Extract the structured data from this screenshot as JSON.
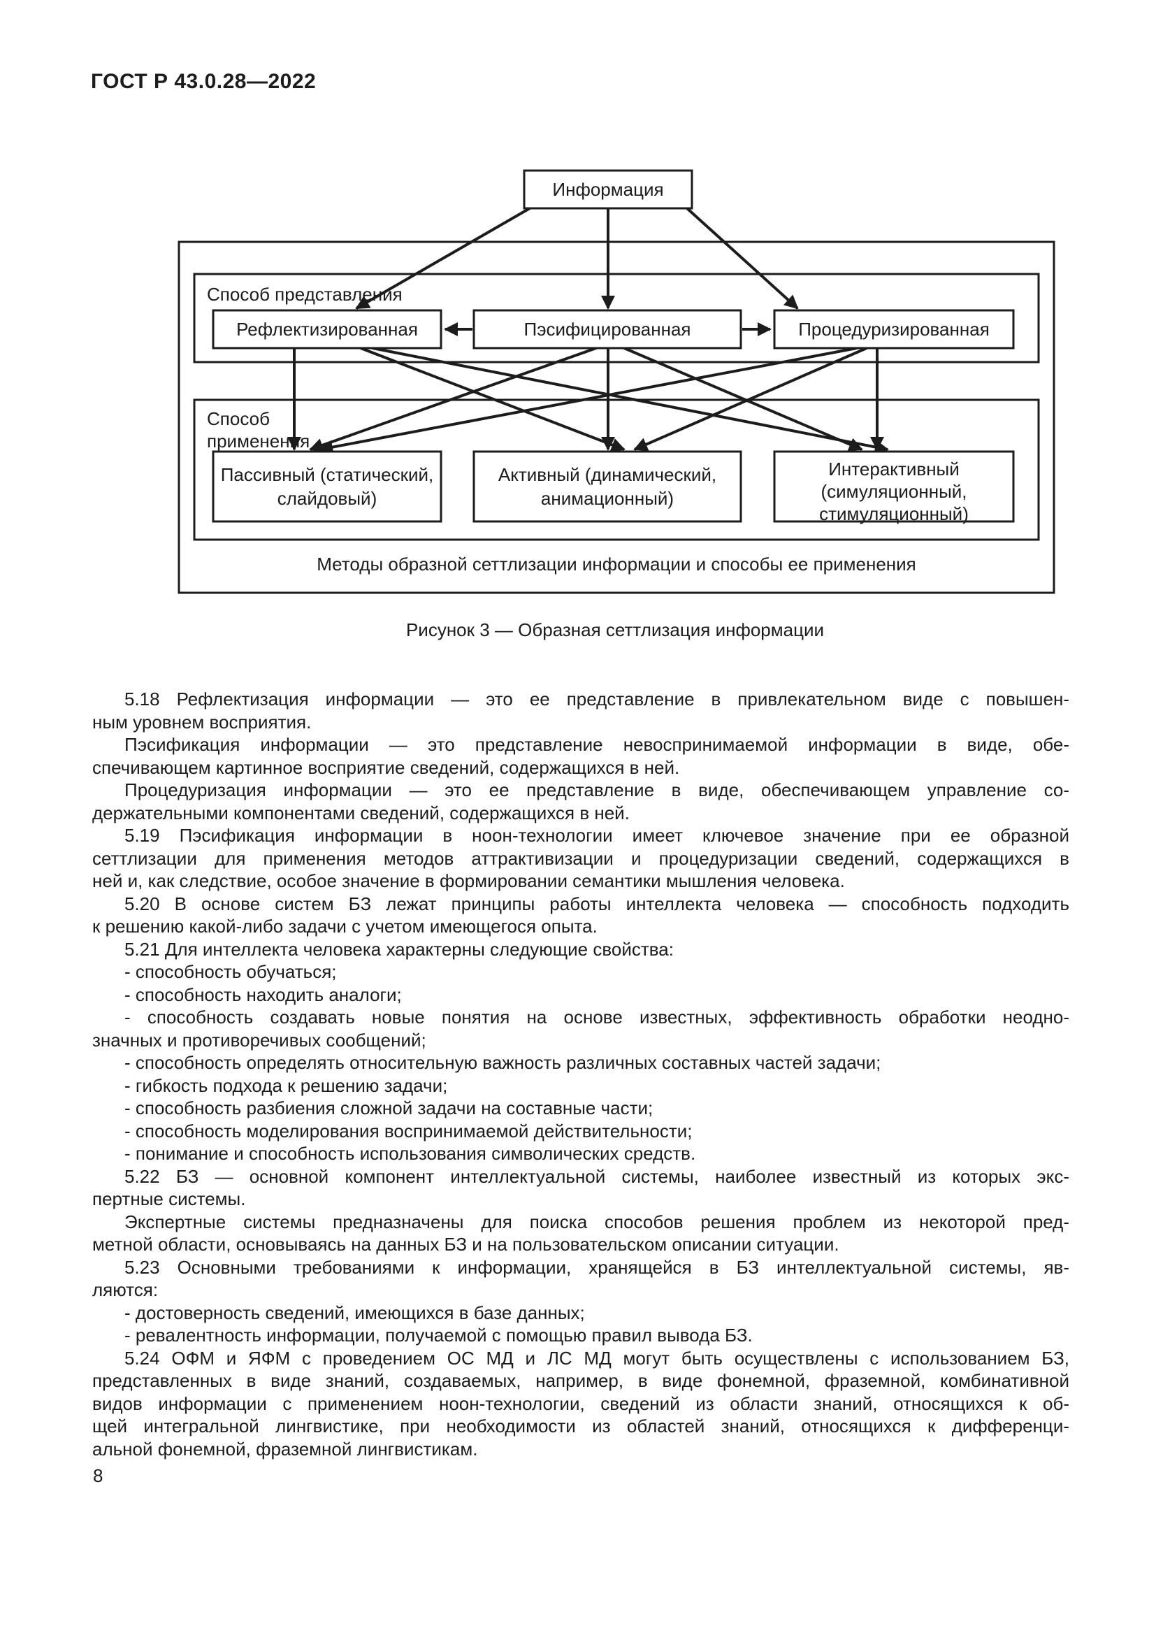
{
  "page": {
    "header": "ГОСТ Р 43.0.28—2022",
    "page_number": "8"
  },
  "figure": {
    "caption": "Рисунок 3 — Образная сеттлизация информации",
    "diagram": {
      "info_box": "Информация",
      "representation_label": "Способ представления",
      "representation_boxes": [
        "Рефлектизированная",
        "Пэсифицированная",
        "Процедуризированная"
      ],
      "application_label": [
        "Способ",
        "применения"
      ],
      "application_boxes": [
        {
          "lines": [
            "Пассивный (статический,",
            "слайдовый)"
          ]
        },
        {
          "lines": [
            "Активный (динамический,",
            "анимационный)"
          ]
        },
        {
          "lines": [
            "Интерактивный",
            "(симуляционный,",
            "стимуляционный)"
          ]
        }
      ],
      "bottom_caption": "Методы образной сеттлизации информации и способы ее применения",
      "connections": [
        "Информация → Рефлектизированная",
        "Информация → Пэсифицированная",
        "Информация → Процедуризированная",
        "Пэсифицированная → Рефлектизированная",
        "Пэсифицированная → Процедуризированная",
        "Рефлектизированная → Пассивный",
        "Рефлектизированная → Активный",
        "Рефлектизированная → Интерактивный",
        "Пэсифицированная → Пассивный",
        "Пэсифицированная → Активный",
        "Пэсифицированная → Интерактивный",
        "Процедуризированная → Пассивный",
        "Процедуризированная → Активный",
        "Процедуризированная → Интерактивный"
      ]
    }
  },
  "body": {
    "paragraphs": [
      {
        "lines": [
          "5.18 Рефлектизация информации — это ее представление в привлекательном виде с повышен-",
          "ным уровнем восприятия."
        ]
      },
      {
        "lines": [
          "Пэсификация информации — это представление невоспринимаемой информации в виде, обе-",
          "спечивающем картинное восприятие сведений, содержащихся в ней."
        ]
      },
      {
        "lines": [
          "Процедуризация информации — это ее представление в виде, обеспечивающем управление со-",
          "держательными компонентами сведений, содержащихся в ней."
        ]
      },
      {
        "lines": [
          "5.19 Пэсификация информации в ноон-технологии имеет ключевое значение при ее образной",
          "сеттлизации для применения методов аттрактивизации и процедуризации сведений, содержащихся в",
          "ней и, как следствие, особое значение в формировании семантики мышления человека."
        ]
      },
      {
        "lines": [
          "5.20 В основе систем БЗ лежат принципы работы интеллекта человека — способность подходить",
          "к решению какой-либо задачи с учетом имеющегося опыта."
        ]
      },
      {
        "lines": [
          "5.21 Для интеллекта человека характерны следующие свойства:"
        ]
      },
      {
        "lines": [
          "- способность обучаться;"
        ]
      },
      {
        "lines": [
          "- способность находить аналоги;"
        ]
      },
      {
        "lines": [
          "- способность создавать новые понятия на основе известных, эффективность обработки неодно-",
          "значных и противоречивых сообщений;"
        ]
      },
      {
        "lines": [
          "- способность определять относительную важность различных составных частей задачи;"
        ]
      },
      {
        "lines": [
          "- гибкость подхода к решению задачи;"
        ]
      },
      {
        "lines": [
          "- способность разбиения сложной задачи на составные части;"
        ]
      },
      {
        "lines": [
          "- способность моделирования воспринимаемой действительности;"
        ]
      },
      {
        "lines": [
          "- понимание и способность использования символических средств."
        ]
      },
      {
        "lines": [
          "5.22 БЗ — основной компонент интеллектуальной системы, наиболее известный из которых экс-",
          "пертные системы."
        ]
      },
      {
        "lines": [
          "Экспертные системы предназначены для поиска способов решения проблем из некоторой пред-",
          "метной области, основываясь на данных БЗ и на пользовательском описании ситуации."
        ]
      },
      {
        "lines": [
          "5.23 Основными требованиями к информации, хранящейся в БЗ интеллектуальной системы, яв-",
          "ляются:"
        ]
      },
      {
        "lines": [
          "- достоверность сведений, имеющихся в базе данных;"
        ]
      },
      {
        "lines": [
          "- ревалентность информации, получаемой с помощью правил вывода БЗ."
        ]
      },
      {
        "lines": [
          "5.24 ОФМ и ЯФМ с проведением ОС МД и ЛС МД могут быть осуществлены с использованием БЗ,",
          "представленных в виде знаний, создаваемых, например, в виде фонемной, фраземной, комбинативной",
          "видов информации с применением ноон-технологии, сведений из области знаний, относящихся к об-",
          "щей интегральной лингвистике, при необходимости из областей знаний, относящихся к дифференци-",
          "альной фонемной, фраземной лингвистикам."
        ]
      }
    ]
  }
}
